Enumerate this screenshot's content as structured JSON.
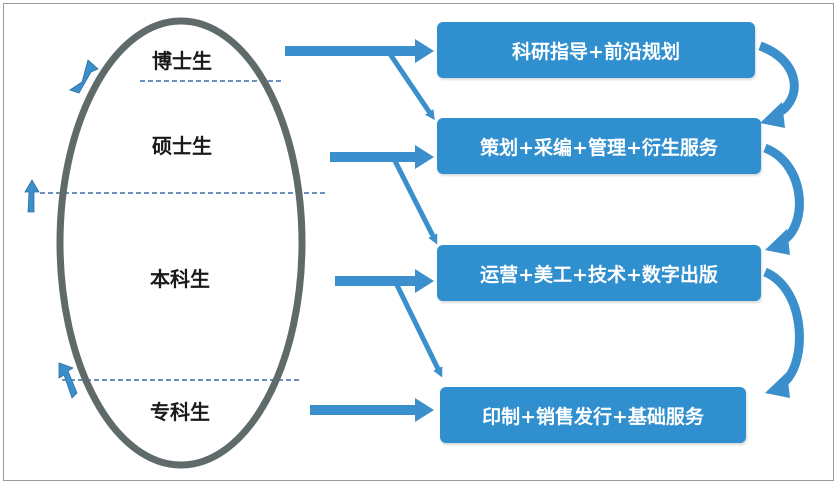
{
  "levels": [
    {
      "id": "doctor",
      "label": "博士生"
    },
    {
      "id": "master",
      "label": "硕士生"
    },
    {
      "id": "undergrad",
      "label": "本科生"
    },
    {
      "id": "college",
      "label": "专科生"
    }
  ],
  "stages": [
    {
      "id": "stage-1",
      "label": "科研指导+前沿规划"
    },
    {
      "id": "stage-2",
      "label": "策划+采编+管理+衍生服务"
    },
    {
      "id": "stage-3",
      "label": "运营+美工+技术+数字出版"
    },
    {
      "id": "stage-4",
      "label": "印制+销售发行+基础服务"
    }
  ],
  "colors": {
    "box_fill": "#2f8fcf",
    "arrow": "#3a8fcc",
    "ellipse_stroke": "#5f6a6a",
    "divider": "#3a6fa8"
  }
}
